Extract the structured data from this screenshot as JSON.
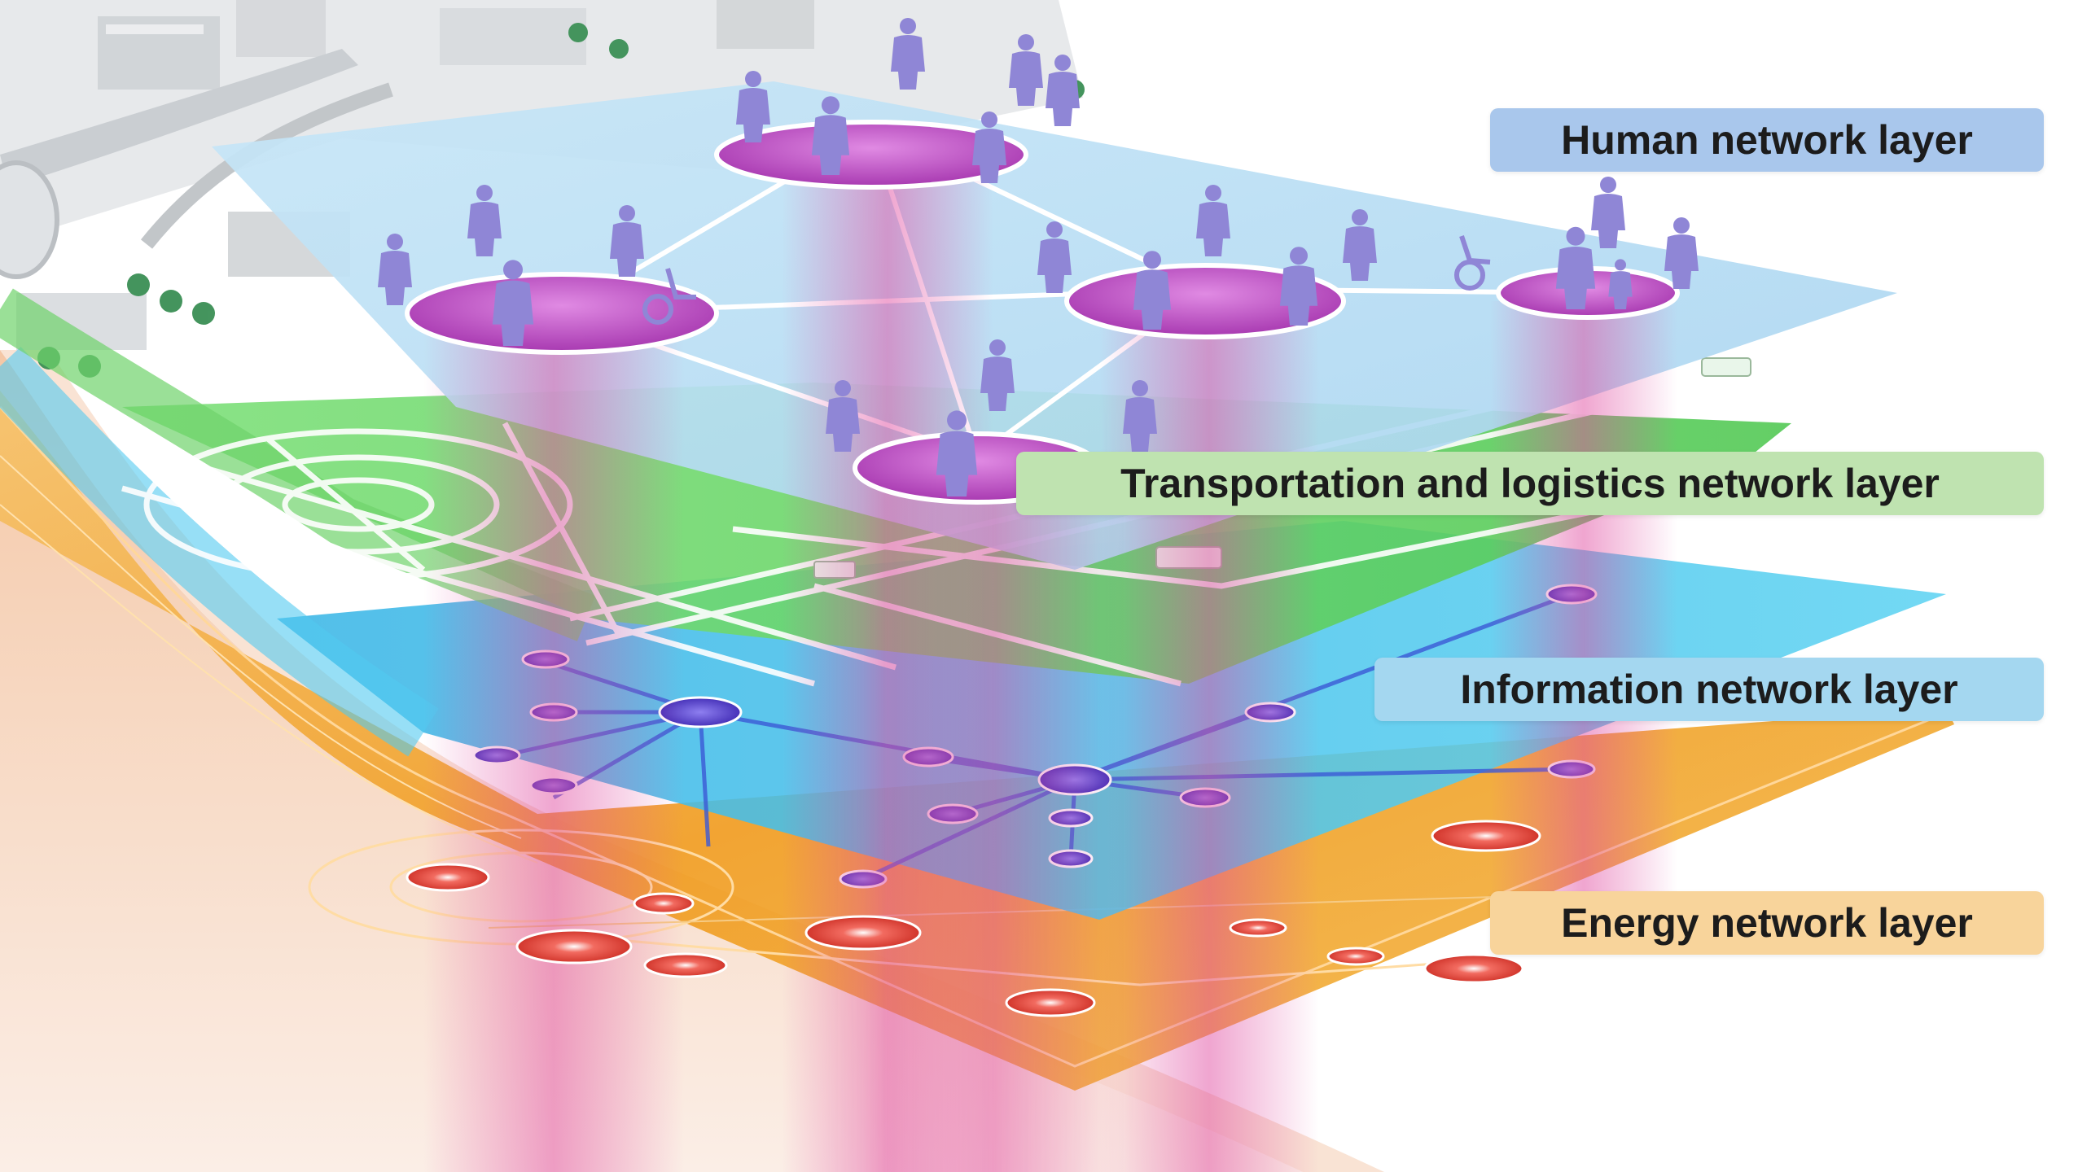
{
  "labels": {
    "human": "Human network layer",
    "transportation": "Transportation and logistics network layer",
    "information": "Information network layer",
    "energy": "Energy network layer"
  },
  "colors": {
    "human_layer": "#b6d9f0",
    "human_hub": "#c24fc4",
    "person": "#8f86d6",
    "transport_layer": "#6fd36b",
    "information_layer": "#3fc3ea",
    "energy_layer": "#f0a21e",
    "energy_node": "#e0463a",
    "info_node": "#5a3fc6",
    "city": "#d9dcde",
    "label_human": "#a9c7ec",
    "label_transport": "#bfe3b0",
    "label_information": "#a4d7f0",
    "label_energy": "#f8d49b"
  },
  "icons": {
    "person": "person-icon",
    "wheelchair": "wheelchair-icon",
    "building": "building-icon",
    "tree": "tree-icon",
    "vehicle": "vehicle-icon"
  }
}
